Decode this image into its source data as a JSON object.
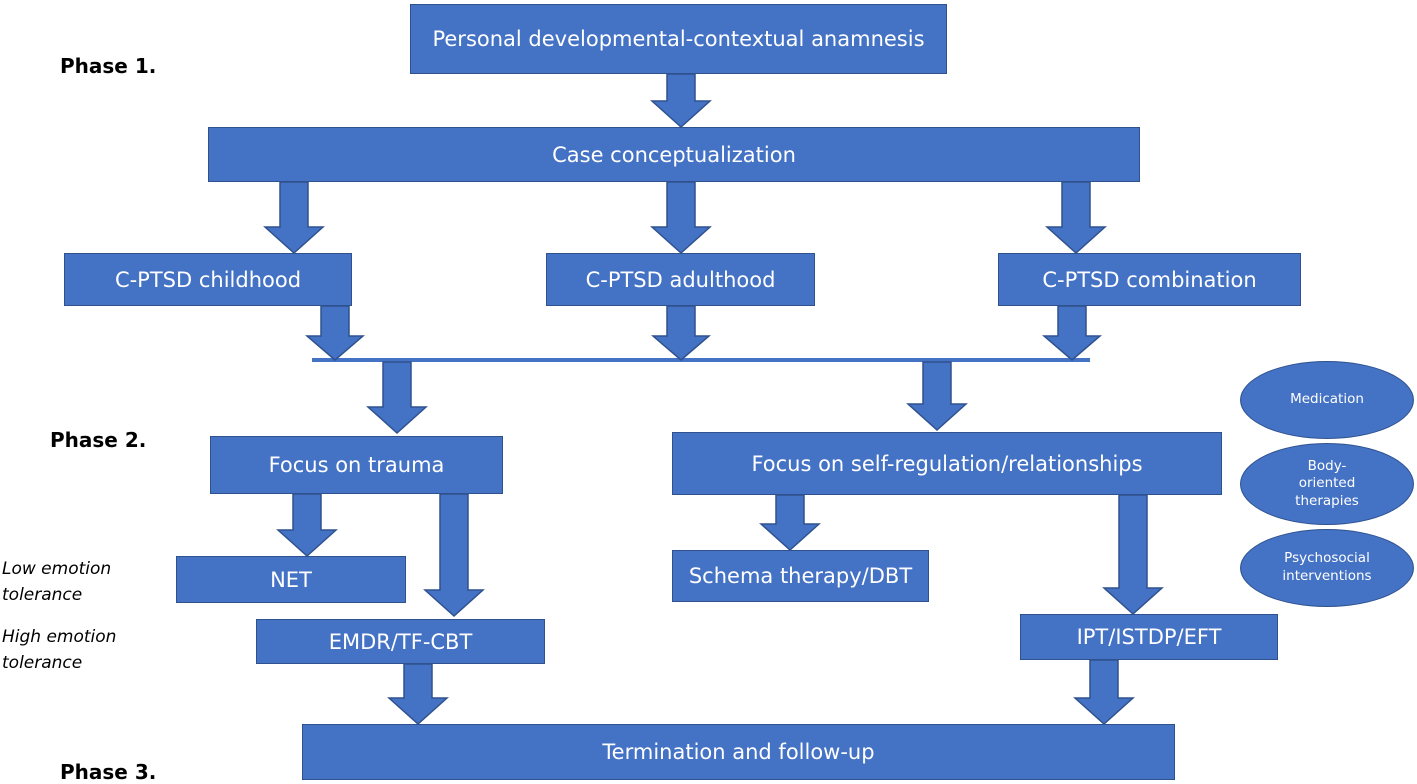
{
  "phases": {
    "phase1": "Phase 1.",
    "phase2": "Phase 2.",
    "phase3": "Phase 3."
  },
  "boxes": {
    "anamnesis": "Personal developmental-contextual anamnesis",
    "case_conceptualization": "Case conceptualization",
    "cptsd_childhood": "C-PTSD childhood",
    "cptsd_adulthood": "C-PTSD adulthood",
    "cptsd_combination": "C-PTSD combination",
    "focus_trauma": "Focus on trauma",
    "focus_self_regulation": "Focus on self-regulation/relationships",
    "net": "NET",
    "emdr": "EMDR/TF-CBT",
    "schema": "Schema therapy/DBT",
    "ipt": "IPT/ISTDP/EFT",
    "termination": "Termination and follow-up"
  },
  "ovals": {
    "medication": "Medication",
    "body_oriented": "Body-oriented therapies",
    "psychosocial": "Psychosocial interventions"
  },
  "tolerance": {
    "low": "Low emotion tolerance",
    "high": "High emotion tolerance"
  },
  "colors": {
    "box_fill": "#4472C4",
    "box_border": "#2F528F",
    "text": "#ffffff"
  }
}
